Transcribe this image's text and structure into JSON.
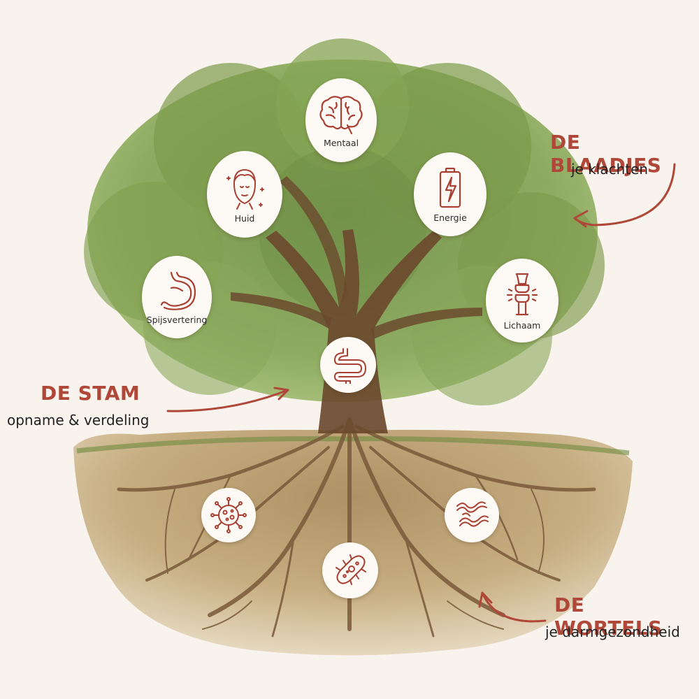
{
  "colors": {
    "accent": "#b0483a",
    "icon": "#a84034",
    "background": "#f8f3ec"
  },
  "callouts": {
    "leaves": {
      "title": "DE BLAADJES",
      "subtitle": "je klachten"
    },
    "trunk": {
      "title": "DE STAM",
      "subtitle": "opname & verdeling"
    },
    "roots": {
      "title": "DE WORTELS",
      "subtitle": "je darmgezondheid"
    }
  },
  "leaf_nodes": [
    {
      "label": "Mentaal",
      "icon": "brain-icon"
    },
    {
      "label": "Huid",
      "icon": "face-icon"
    },
    {
      "label": "Energie",
      "icon": "battery-icon"
    },
    {
      "label": "Spijsvertering",
      "icon": "stomach-icon"
    },
    {
      "label": "Lichaam",
      "icon": "joint-icon"
    }
  ],
  "trunk_node": {
    "icon": "intestine-icon"
  },
  "root_nodes": [
    {
      "icon": "virus-icon"
    },
    {
      "icon": "bacteria-icon"
    },
    {
      "icon": "microbe-icon"
    }
  ]
}
